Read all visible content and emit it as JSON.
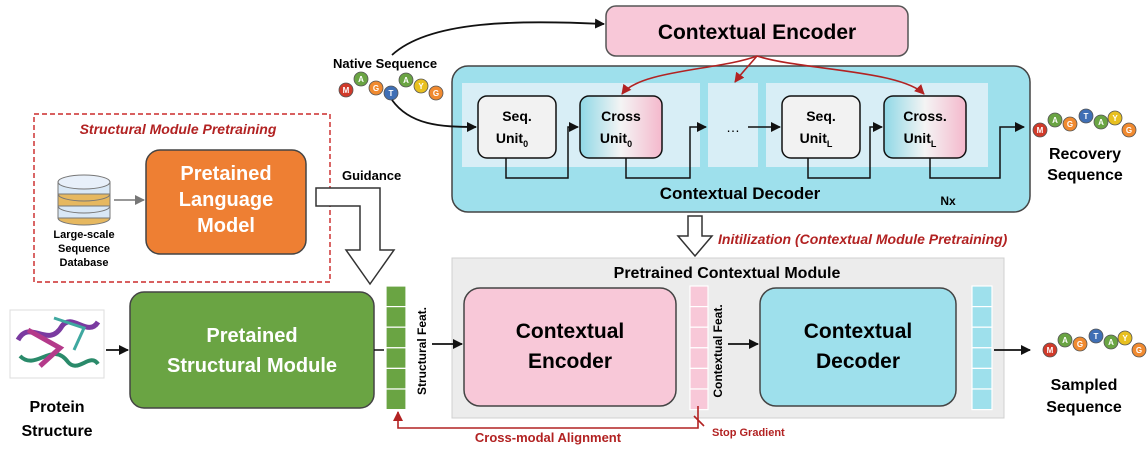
{
  "top": {
    "contextual_encoder": "Contextual Encoder",
    "native_sequence": "Native  Sequence",
    "contextual_decoder": "Contextual Decoder",
    "nx": "Nx",
    "units": [
      {
        "line1": "Seq.",
        "line2": "Unit",
        "sub": "0"
      },
      {
        "line1": "Cross",
        "line2": "Unit",
        "sub": "0"
      },
      {
        "line1": "…",
        "line2": "",
        "sub": ""
      },
      {
        "line1": "Seq.",
        "line2": "Unit",
        "sub": "L"
      },
      {
        "line1": "Cross.",
        "line2": "Unit",
        "sub": "L"
      }
    ],
    "recovery": [
      "Recovery",
      "Sequence"
    ]
  },
  "pretrain": {
    "title": "Structural Module Pretraining",
    "database": [
      "Large-scale",
      "Sequence",
      "Database"
    ],
    "plm": [
      "Pretained",
      "Language",
      "Model"
    ],
    "guidance": "Guidance"
  },
  "initialization": "Initilization (Contextual Module Pretraining)",
  "bottom": {
    "module_title": "Pretrained Contextual Module",
    "protein": [
      "Protein",
      "Structure"
    ],
    "psm": [
      "Pretained",
      "Structural Module"
    ],
    "structural_feat": "Structural Feat.",
    "ctx_encoder": [
      "Contextual",
      "Encoder"
    ],
    "contextual_feat": "Contextual Feat.",
    "ctx_decoder": [
      "Contextual",
      "Decoder"
    ],
    "sampled": [
      "Sampled",
      "Sequence"
    ],
    "cross_modal": "Cross-modal Alignment",
    "stop_gradient": "Stop Gradient"
  },
  "sequence_tokens": [
    "M",
    "A",
    "G",
    "T",
    "A",
    "Y",
    "G"
  ],
  "colors": {
    "encoder_pink": "#f8c8d8",
    "decoder_cyan": "#9ee0ec",
    "plm_orange": "#ee7f33",
    "psm_green": "#6aa443",
    "accent_red": "#b22222",
    "token_colors": [
      "#d03a2a",
      "#6aa443",
      "#f08a30",
      "#3f6fb5",
      "#6aa443",
      "#e8c020",
      "#f08a30"
    ]
  }
}
